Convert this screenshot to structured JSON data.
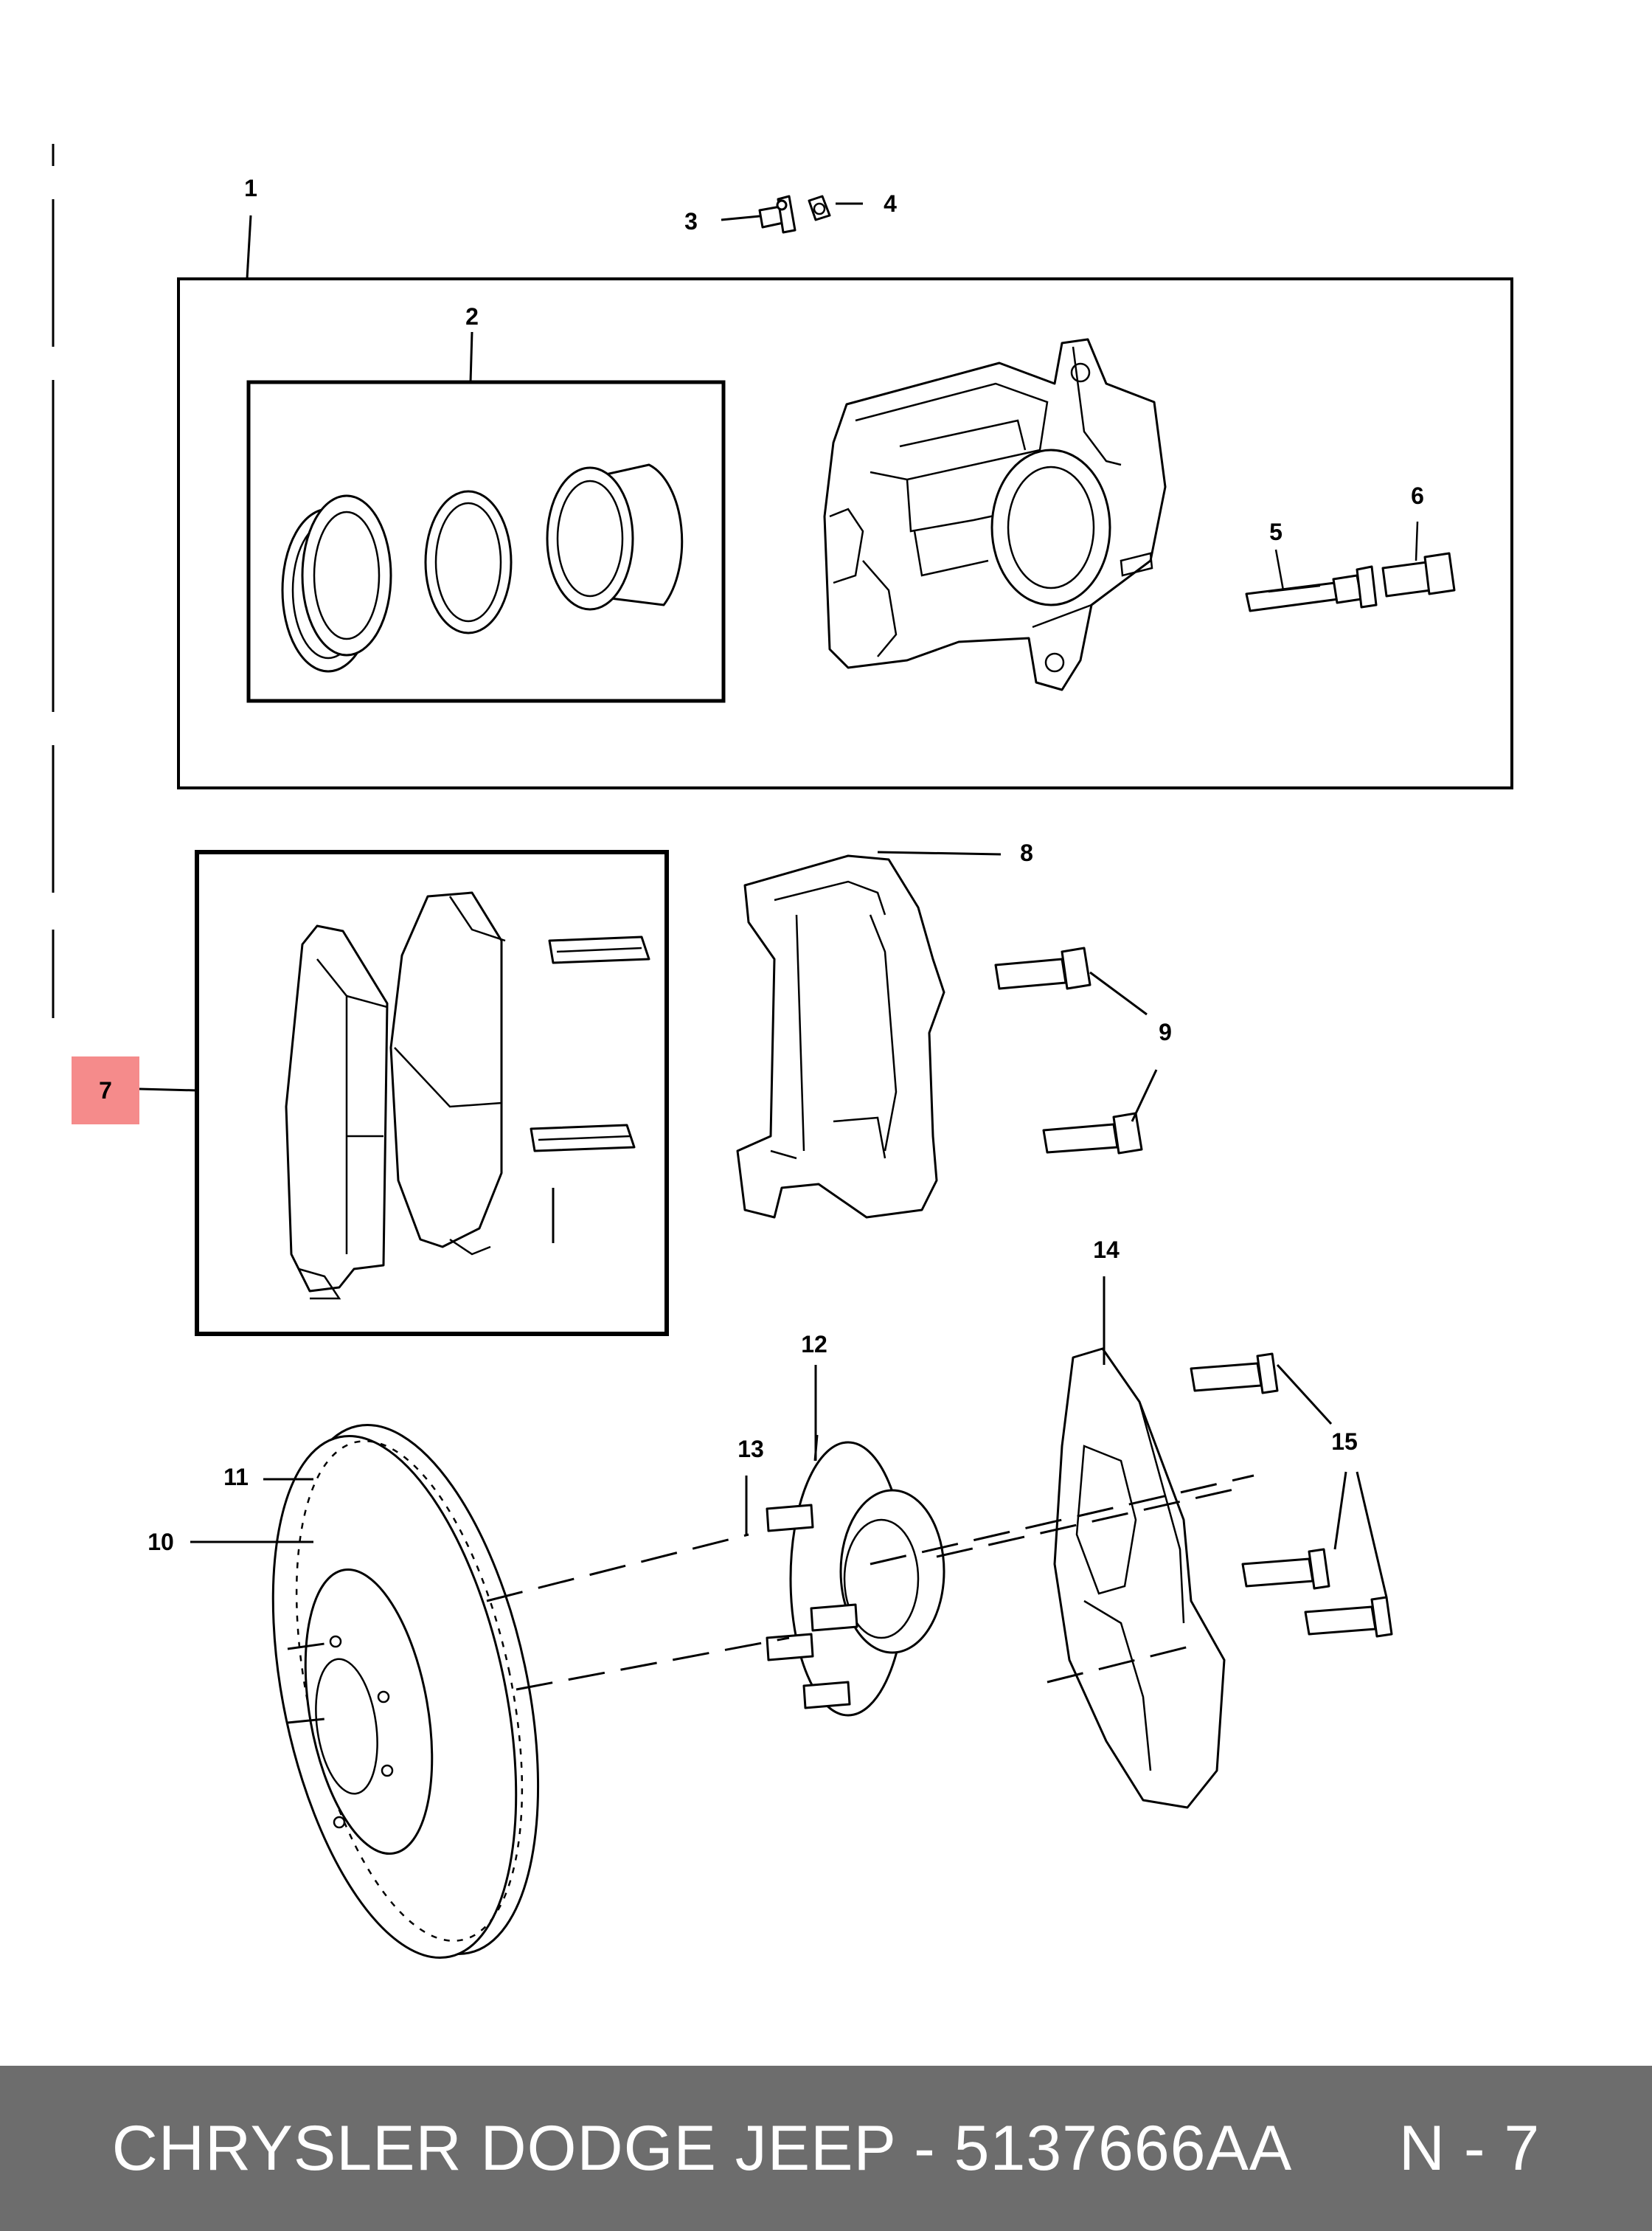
{
  "callouts": {
    "c1": "1",
    "c2": "2",
    "c3": "3",
    "c4": "4",
    "c5": "5",
    "c6": "6",
    "c7": "7",
    "c8": "8",
    "c9": "9",
    "c10": "10",
    "c11": "11",
    "c12": "12",
    "c13": "13",
    "c14": "14",
    "c15": "15"
  },
  "highlighted_part": "7",
  "footer": {
    "brand_part": "CHRYSLER DODGE JEEP - 5137666AA",
    "page_ref": "N - 7"
  },
  "colors": {
    "highlight": "#f58b8b",
    "footer_bg": "#6d6d6d",
    "footer_text": "#ffffff"
  }
}
